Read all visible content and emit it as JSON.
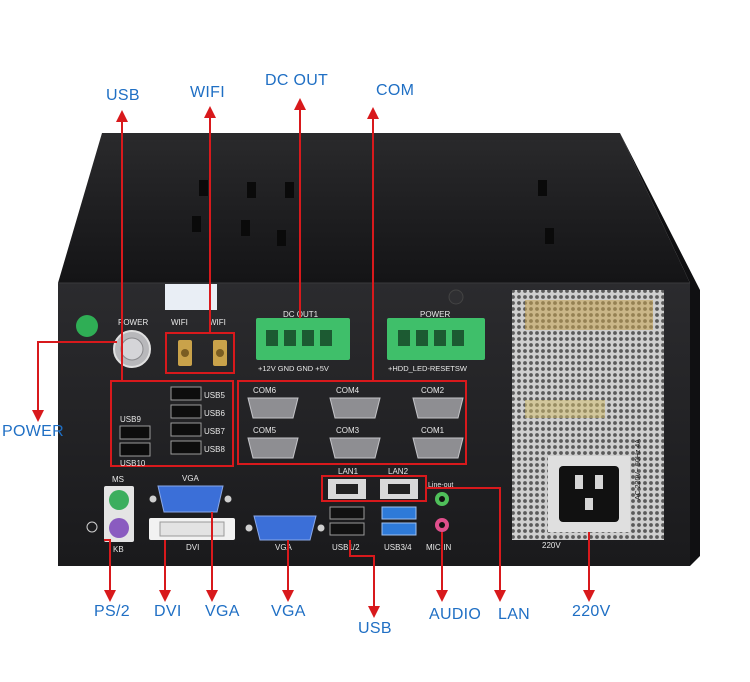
{
  "callouts": {
    "usb_top": "USB",
    "wifi": "WIFI",
    "dc_out": "DC OUT",
    "com": "COM",
    "power": "POWER",
    "ps2": "PS/2",
    "dvi": "DVI",
    "vga_left": "VGA",
    "vga_right": "VGA",
    "usb_bottom": "USB",
    "audio": "AUDIO",
    "lan": "LAN",
    "psu_220v": "220V"
  },
  "panel_labels": {
    "power": "POWER",
    "wifi_1": "WIFI",
    "wifi_2": "WIFI",
    "dc_out1": "DC OUT1",
    "dc_out1_pins": "+12V GND GND +5V",
    "power_header": "POWER",
    "power_header_pins": "+HDD_LED-RESETSW",
    "usb5": "USB5",
    "usb6": "USB6",
    "usb7": "USB7",
    "usb8": "USB8",
    "usb9": "USB9",
    "usb10": "USB10",
    "com1": "COM1",
    "com2": "COM2",
    "com3": "COM3",
    "com4": "COM4",
    "com5": "COM5",
    "com6": "COM6",
    "ms": "MS",
    "kb": "KB",
    "vga_top": "VGA",
    "dvi": "DVI",
    "vga_bottom": "VGA",
    "lan1": "LAN1",
    "lan2": "LAN2",
    "usb12": "USB1/2",
    "usb34": "USB3/4",
    "line_out": "Line-out",
    "mic_in": "MIC-IN",
    "psu_220v": "220V",
    "psu_rating": "AC 220V~ 50Hz 4A"
  },
  "colors": {
    "chassis": "#1b1b1d",
    "callout_text": "#1f6fc4",
    "callout_line": "#d8191c",
    "terminal_green": "#3fbf6a",
    "vga_blue": "#3b6fd8",
    "usb3_blue": "#2e7ad8",
    "ps2_green": "#3cae5e",
    "ps2_purple": "#8a5bc0",
    "audio_green": "#4fbf5a",
    "audio_pink": "#e04f8c"
  }
}
